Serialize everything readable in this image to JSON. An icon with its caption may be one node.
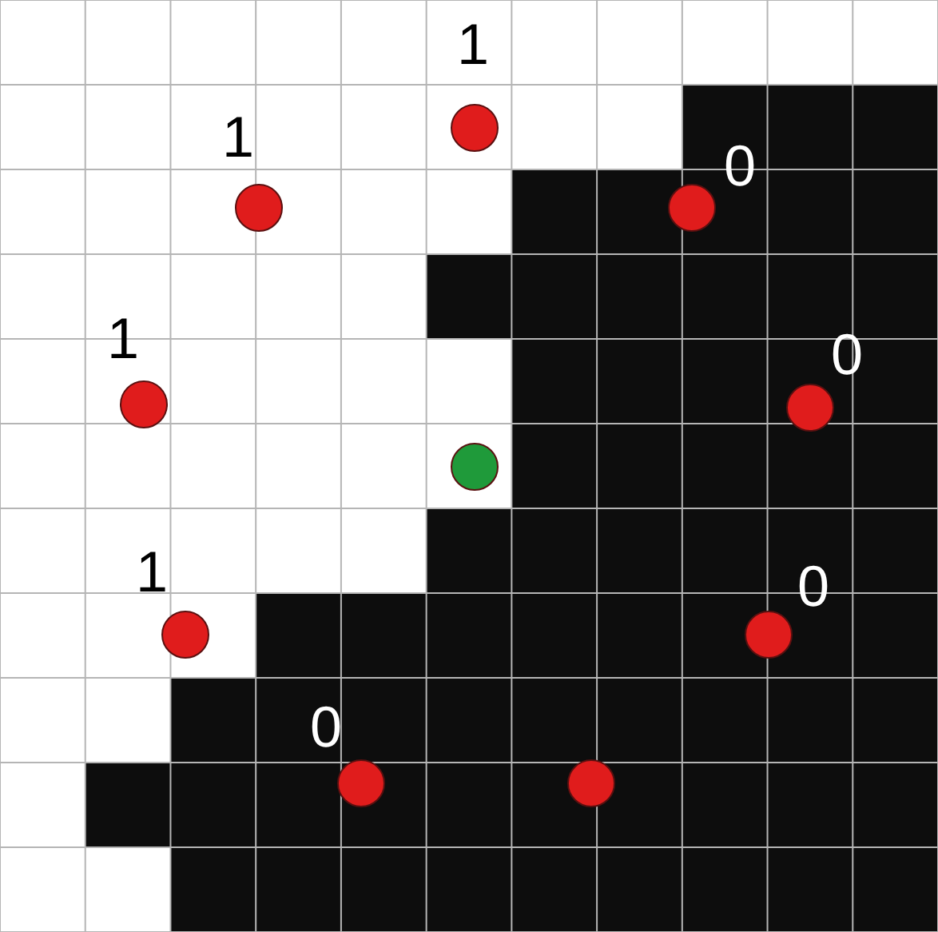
{
  "diagram": {
    "nodes": [
      {
        "text": [],
        "shape": "circle",
        "beside": [
          "1"
        ]
      },
      {
        "text": [],
        "shape": "circle",
        "beside": [
          "1"
        ]
      },
      {
        "text": [],
        "shape": "circle",
        "beside": [
          "0"
        ]
      },
      {
        "text": [],
        "shape": "circle",
        "beside": [
          "1"
        ]
      },
      {
        "text": [],
        "shape": "circle",
        "beside": [
          "0"
        ]
      },
      {
        "text": [],
        "shape": "circle"
      },
      {
        "text": [],
        "shape": "circle",
        "beside": [
          "1"
        ]
      },
      {
        "text": [],
        "shape": "circle",
        "beside": [
          "0"
        ]
      },
      {
        "text": [],
        "shape": "circle",
        "beside": [
          "0"
        ]
      },
      {
        "text": [],
        "shape": "circle"
      }
    ]
  }
}
